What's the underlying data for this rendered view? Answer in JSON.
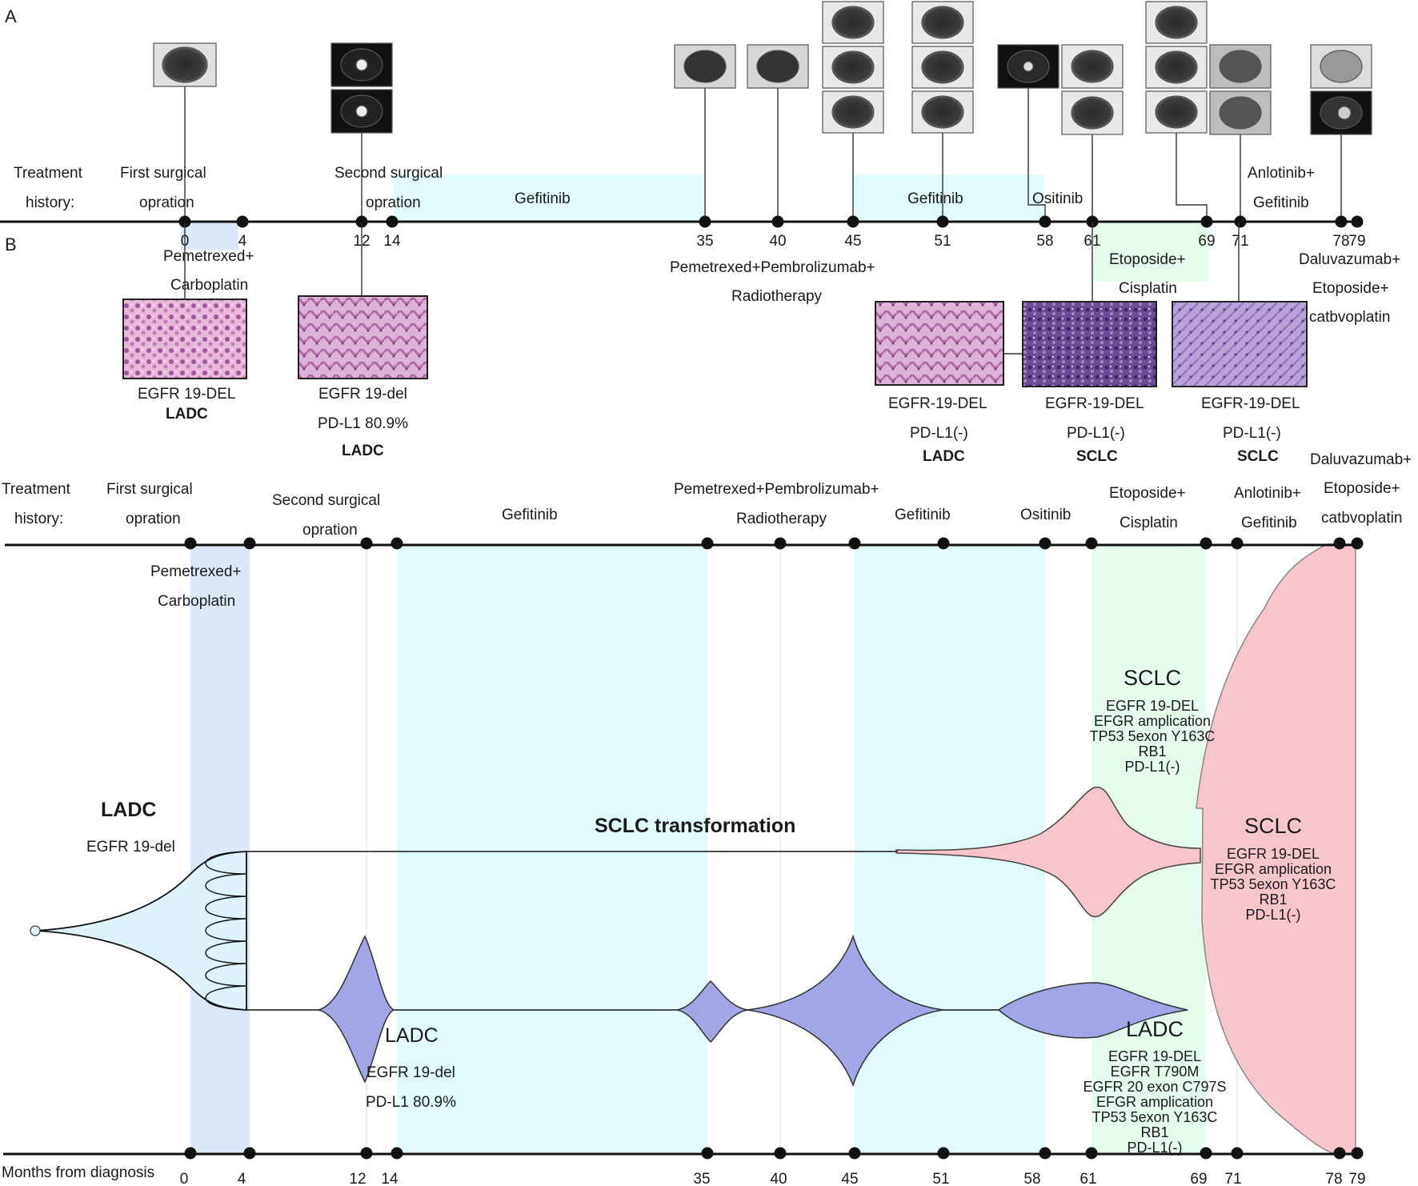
{
  "panel_a": {
    "label": "A",
    "history_label": [
      "Treatment",
      "history:"
    ],
    "ticks": [
      "0",
      "4",
      "12",
      "14",
      "35",
      "40",
      "45",
      "51",
      "58",
      "61",
      "69",
      "71",
      "78",
      "79"
    ],
    "events": {
      "first_surgery": [
        "First surgical",
        "opration"
      ],
      "second_surgery": [
        "Second surgical",
        "opration"
      ],
      "gefitinib_1": "Gefitinib",
      "gefitinib_2": "Gefitinib",
      "ositinib": "Ositinib",
      "anlotinib": [
        "Anlotinib+",
        "Gefitinib"
      ],
      "pemetrexed_carbo": [
        "Pemetrexed+",
        "Carboplatin"
      ],
      "pembro_radio": [
        "Pemetrexed+Pembrolizumab+",
        "Radiotherapy"
      ],
      "etoposide_cis": [
        "Etoposide+",
        "Cisplatin"
      ],
      "daluvazumab": [
        "Daluvazumab+",
        "Etoposide+",
        "catbvoplatin"
      ]
    },
    "pathology": [
      {
        "lines": [
          "EGFR 19-DEL"
        ],
        "type": "LADC"
      },
      {
        "lines": [
          "EGFR 19-del",
          "PD-L1 80.9%"
        ],
        "type": "LADC"
      },
      {
        "lines": [
          "EGFR-19-DEL",
          "PD-L1(-)"
        ],
        "type": "LADC"
      },
      {
        "lines": [
          "EGFR-19-DEL",
          "PD-L1(-)"
        ],
        "type": "SCLC"
      },
      {
        "lines": [
          "EGFR-19-DEL",
          "PD-L1(-)"
        ],
        "type": "SCLC"
      }
    ]
  },
  "panel_b": {
    "label": "B",
    "history_label": [
      "Treatment",
      "history:"
    ],
    "events": {
      "first_surgery": [
        "First surgical",
        "opration"
      ],
      "second_surgery": [
        "Second surgical",
        "opration"
      ],
      "gefitinib_1": "Gefitinib",
      "pembro_radio": [
        "Pemetrexed+Pembrolizumab+",
        "Radiotherapy"
      ],
      "gefitinib_2": "Gefitinib",
      "ositinib": "Ositinib",
      "etoposide_cis": [
        "Etoposide+",
        "Cisplatin"
      ],
      "anlotinib": [
        "Anlotinib+",
        "Gefitinib"
      ],
      "daluvazumab": [
        "Daluvazumab+",
        "Etoposide+",
        "catbvoplatin"
      ],
      "pemetrexed_carbo": [
        "Pemetrexed+",
        "Carboplatin"
      ]
    },
    "clones": {
      "ladc_origin": {
        "title": "LADC",
        "lines": [
          "EGFR 19-del"
        ]
      },
      "transformation": "SCLC transformation",
      "ladc_mid": {
        "title": "LADC",
        "lines": [
          "EGFR 19-del",
          "PD-L1 80.9%"
        ]
      },
      "sclc_upper": {
        "title": "SCLC",
        "lines": [
          "EGFR 19-DEL",
          "EFGR amplication",
          "TP53 5exon Y163C",
          "RB1",
          "PD-L1(-)"
        ]
      },
      "sclc_right": {
        "title": "SCLC",
        "lines": [
          "EGFR 19-DEL",
          "EFGR amplication",
          "TP53 5exon Y163C",
          "RB1",
          "PD-L1(-)"
        ]
      },
      "ladc_late": {
        "title": "LADC",
        "lines": [
          "EGFR 19-DEL",
          "EGFR T790M",
          "EGFR 20 exon C797S",
          "EFGR amplication",
          "TP53 5exon Y163C",
          "RB1",
          "PD-L1(-)"
        ]
      }
    },
    "axis_label": "Months from diagnosis",
    "ticks": [
      "0",
      "4",
      "12",
      "14",
      "35",
      "40",
      "45",
      "51",
      "58",
      "61",
      "69",
      "71",
      "78",
      "79"
    ]
  },
  "colors": {
    "chemo_blue": "#dbe9fb",
    "tki_cyan": "#e1fbfc",
    "chemo_green": "#e6fcec",
    "ladc_fill": "#dff3fc",
    "clone_purple": "#a0a6e6",
    "sclc_pink": "#f9c5cc"
  }
}
